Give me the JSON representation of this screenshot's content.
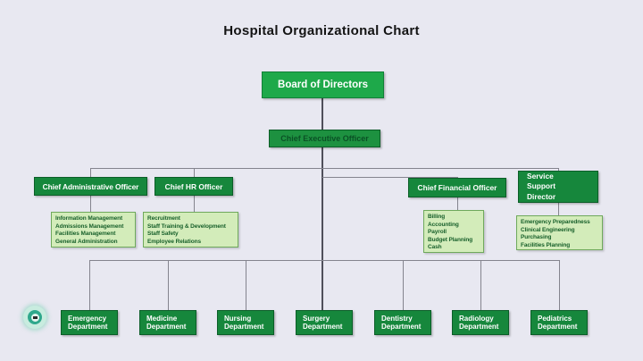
{
  "title": "Hospital Organizational Chart",
  "colors": {
    "background": "#e8e8f1",
    "node_green": "#16873c",
    "board_green": "#1ea94a",
    "ceo_text_green": "#0a5125",
    "duty_box_bg": "#d3ecba",
    "duty_box_text": "#175f2a",
    "connector_grey": "#84848e"
  },
  "nodes": {
    "board": {
      "label": "Board of Directors"
    },
    "ceo": {
      "label": "Chief Executive Officer"
    },
    "officers": [
      {
        "label": "Chief Administrative Officer",
        "duties": [
          "Information Management",
          "Admissions Management",
          "Facilities Management",
          "General Administration"
        ]
      },
      {
        "label": "Chief HR  Officer",
        "duties": [
          "Recruitment",
          "Staff Training & Development",
          "Staff Safety",
          "Employee Relations"
        ]
      },
      {
        "label": "Chief Financial Officer",
        "duties": [
          "Billing",
          "Accounting",
          "Payroll",
          "Budget Planning",
          "Cash"
        ]
      },
      {
        "label": "Service Support Director",
        "duties": [
          "Emergency Preparedness",
          "Clinical Engineering",
          "Purchasing",
          "Facilities Planning"
        ]
      }
    ],
    "departments": [
      {
        "lines": [
          "Emergency",
          "Department"
        ]
      },
      {
        "lines": [
          "Medicine",
          "Department"
        ]
      },
      {
        "lines": [
          "Nursing",
          "Department"
        ]
      },
      {
        "lines": [
          "Surgery",
          "Department"
        ]
      },
      {
        "lines": [
          "Dentistry",
          "Department"
        ]
      },
      {
        "lines": [
          "Radiology",
          "Department"
        ]
      },
      {
        "lines": [
          "Pediatrics",
          "Department"
        ]
      }
    ]
  },
  "icons": {
    "badge": "brand-badge"
  }
}
